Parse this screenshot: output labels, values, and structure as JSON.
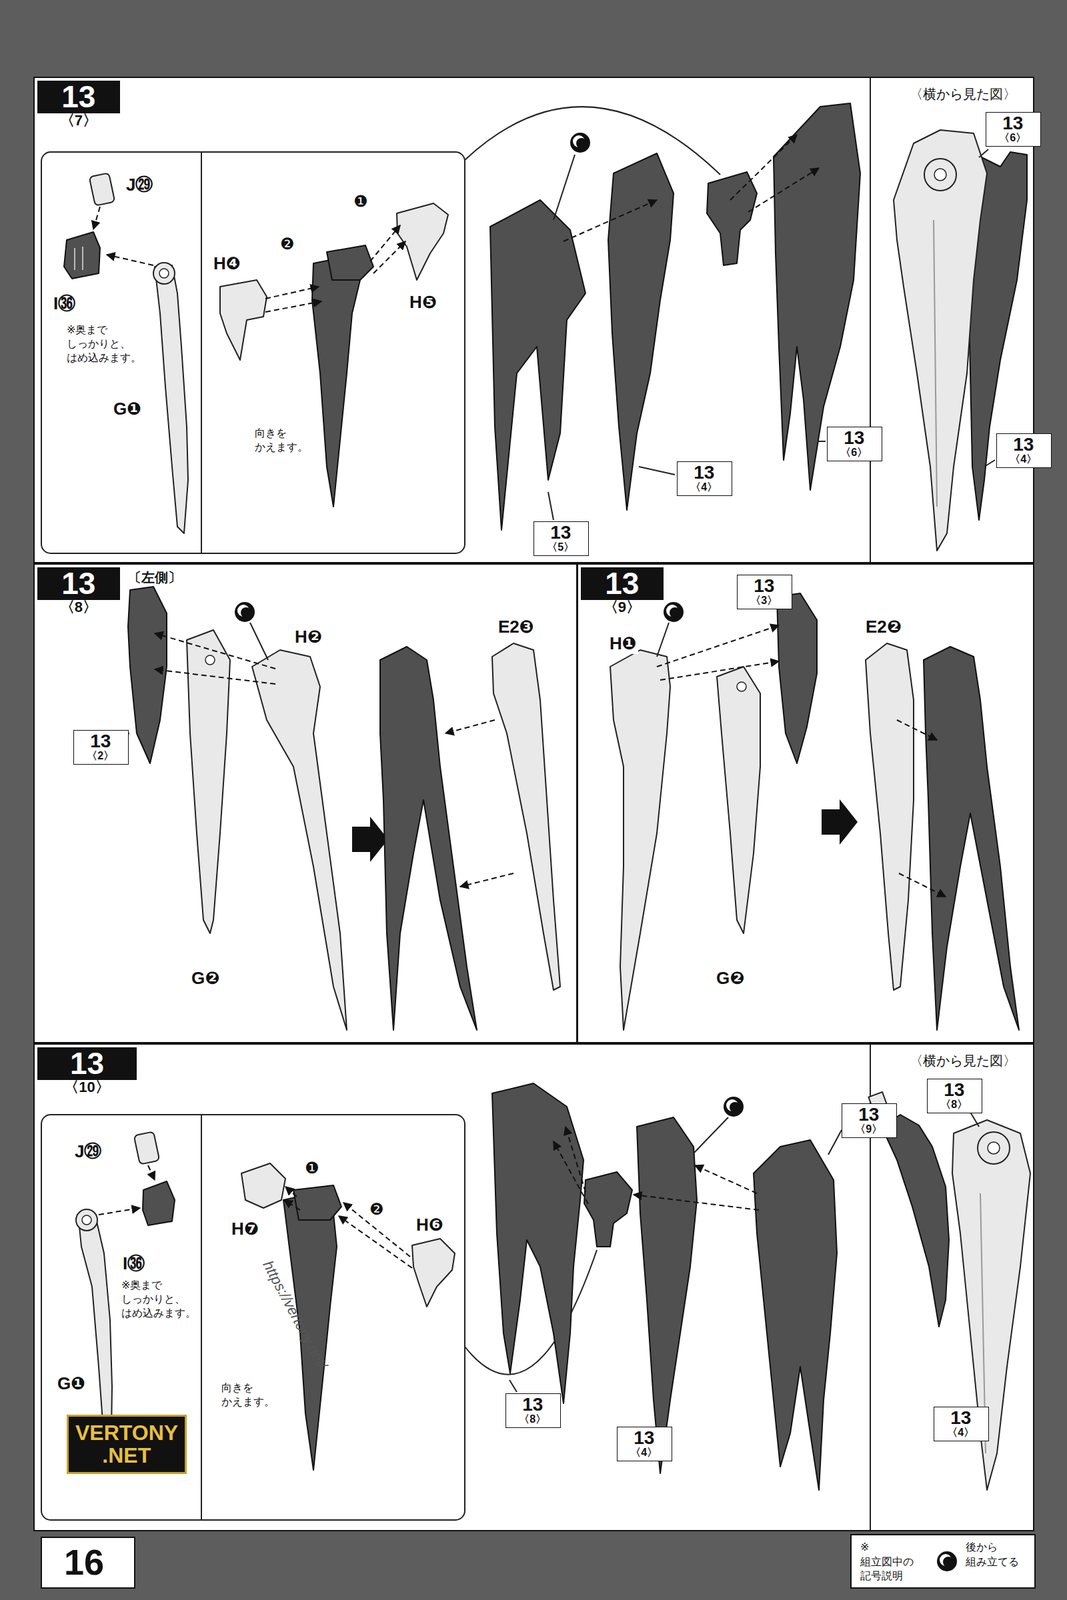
{
  "diagram": {
    "nodes": [
      {
        "text": [
          "13 〈7〉"
        ]
      },
      {
        "text": [
          "13 〈5〉"
        ],
        "in": 0
      },
      {
        "text": [
          "13 〈4〉"
        ],
        "in": 0
      },
      {
        "text": [
          "13 〈6〉"
        ],
        "in": 0
      },
      {
        "text": [
          "13 〈6〉"
        ],
        "in": 0
      },
      {
        "text": [
          "13 〈4〉"
        ],
        "in": 0
      },
      {
        "text": [
          "13 〈8〉",
          "〔左側〕"
        ]
      },
      {
        "text": [
          "13 〈2〉"
        ],
        "in": 6
      },
      {
        "text": [
          "13 〈9〉"
        ]
      },
      {
        "text": [
          "13 〈3〉"
        ],
        "in": 8
      },
      {
        "text": [
          "13 〈10〉"
        ]
      },
      {
        "text": [
          "13 〈9〉"
        ],
        "in": 10
      },
      {
        "text": [
          "13 〈8〉"
        ],
        "in": 10
      },
      {
        "text": [
          "13 〈4〉"
        ],
        "in": 10
      },
      {
        "text": [
          "13 〈8〉"
        ],
        "in": 10
      },
      {
        "text": [
          "13 〈4〉"
        ],
        "in": 10
      }
    ],
    "labels": [
      "J㉙",
      "I㊱",
      "※奥まで しっかりと、 はめ込みます。",
      "G❶",
      "H❹",
      "❷",
      "❶",
      "H❺",
      "向きを かえます。",
      "〈横から見た図〉",
      "H❷",
      "G❷",
      "E2❸",
      "H❶",
      "G❷",
      "E2❷",
      "J㉙",
      "I㊱",
      "※奥まで しっかりと、 はめ込みます。",
      "G❶",
      "❶",
      "❷",
      "H❻",
      "H❼",
      "向きを かえます。",
      "〈横から見た図〉",
      "https://vertony.net/",
      "VERTONY .NET",
      "16",
      "※組立図中の 記号説明"
    ],
    "legend": [
      {
        "text": "後から 組み立てる"
      }
    ]
  }
}
